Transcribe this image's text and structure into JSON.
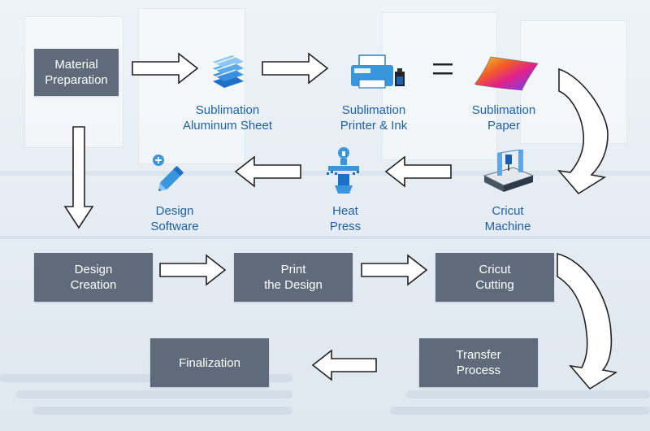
{
  "steps": {
    "material_preparation": "Material\nPreparation",
    "design_creation": "Design\nCreation",
    "print_design": "Print\nthe Design",
    "cricut_cutting": "Cricut\nCutting",
    "transfer_process": "Transfer\nProcess",
    "finalization": "Finalization"
  },
  "materials": {
    "aluminum_sheet": "Sublimation\nAluminum Sheet",
    "printer_ink": "Sublimation\nPrinter & Ink",
    "paper": "Sublimation\nPaper",
    "cricut_machine": "Cricut\nMachine",
    "heat_press": "Heat\nPress",
    "design_software": "Design\nSoftware"
  },
  "icons": [
    "aluminum-sheet-icon",
    "printer-icon",
    "paper-icon",
    "cricut-machine-icon",
    "heat-press-icon",
    "design-software-icon",
    "equals-icon"
  ],
  "colors": {
    "box": "#5f6b7b",
    "label": "#1f5fa8",
    "arrow_fill": "#ffffff",
    "arrow_stroke": "#222222"
  }
}
